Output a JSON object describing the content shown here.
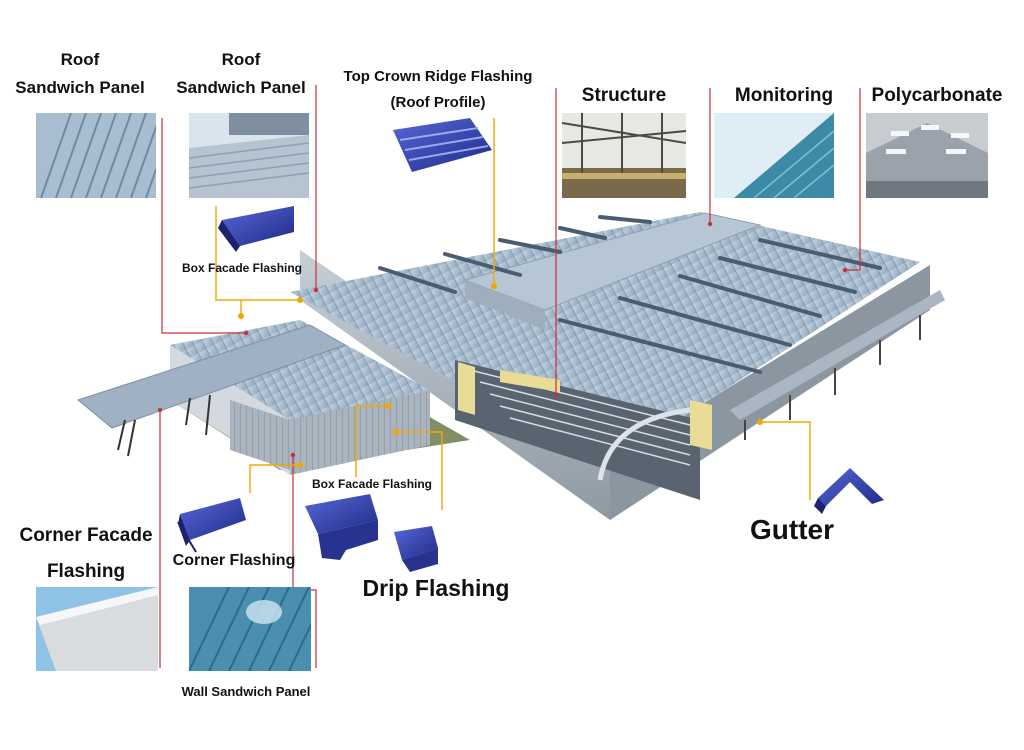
{
  "labels": {
    "roof_sandwich_1": [
      "Roof",
      "Sandwich Panel"
    ],
    "roof_sandwich_2": [
      "Roof",
      "Sandwich Panel"
    ],
    "top_crown": [
      "Top Crown Ridge Flashing",
      "(Roof Profile)"
    ],
    "structure": "Structure",
    "monitoring": "Monitoring",
    "polycarbonate": "Polycarbonate",
    "box_facade_top": "Box Facade Flashing",
    "box_facade_mid": "Box Facade Flashing",
    "corner_facade": [
      "Corner Facade",
      "Flashing"
    ],
    "corner_flashing": "Corner Flashing",
    "drip_flashing": "Drip Flashing",
    "gutter": "Gutter",
    "wall_sandwich": "Wall Sandwich Panel"
  },
  "colors": {
    "leader_red": "#c8303a",
    "leader_yellow": "#f0a800",
    "roof_metal": "#8fa8bf",
    "flashing_blue": "#2e3fa6",
    "insulation": "#e8dc96"
  }
}
